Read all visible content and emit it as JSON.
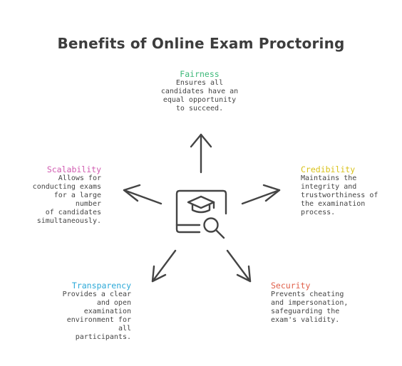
{
  "title": "Benefits of Online Exam Proctoring",
  "icon": "exam-certificate-search-icon",
  "colors": {
    "fairness": "#3cb878",
    "scalability": "#d05ab0",
    "credibility": "#d9c21a",
    "transparency": "#2aa8d8",
    "security": "#e0604a",
    "stroke": "#444444"
  },
  "benefits": {
    "fairness": {
      "heading": "Fairness",
      "text": "Ensures all\ncandidates have an\nequal opportunity\nto succeed."
    },
    "scalability": {
      "heading": "Scalability",
      "text": "Allows for\nconducting exams\nfor a large number\nof candidates\nsimultaneously."
    },
    "credibility": {
      "heading": "Credibility",
      "text": "Maintains the\nintegrity and\ntrustworthiness of\nthe examination\nprocess."
    },
    "transparency": {
      "heading": "Transparency",
      "text": "Provides a clear\nand open\nexamination\nenvironment for all\nparticipants."
    },
    "security": {
      "heading": "Security",
      "text": "Prevents cheating\nand impersonation,\nsafeguarding the\nexam's validity."
    }
  }
}
